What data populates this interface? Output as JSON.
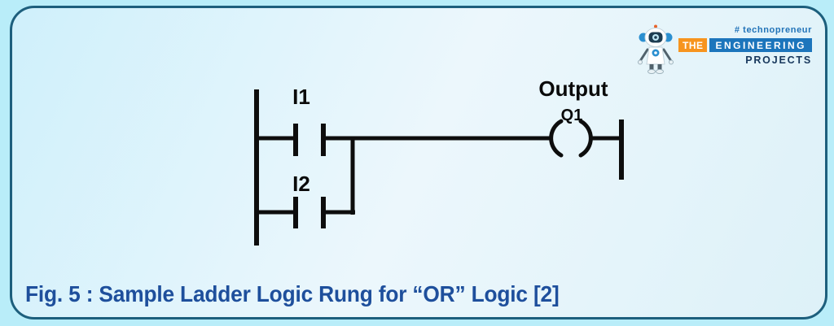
{
  "figure": {
    "caption": "Fig. 5 : Sample Ladder Logic Rung for “OR” Logic [2]"
  },
  "diagram": {
    "input1_label": "I1",
    "input2_label": "I2",
    "output_label": "Output",
    "coil_label": "Q1"
  },
  "logo": {
    "tagline": "# technopreneur",
    "word_the": "THE",
    "word_engineering": "ENGINEERING",
    "word_projects": "PROJECTS"
  },
  "colors": {
    "outer_background": "#b9edf9",
    "card_border": "#1d5f7d",
    "caption_text": "#1e4f9c",
    "logo_orange": "#f7941e",
    "logo_blue": "#1c75bc",
    "logo_navy": "#17375c",
    "tagline_blue": "#2173b8",
    "diagram_line": "#0d0d0d"
  }
}
